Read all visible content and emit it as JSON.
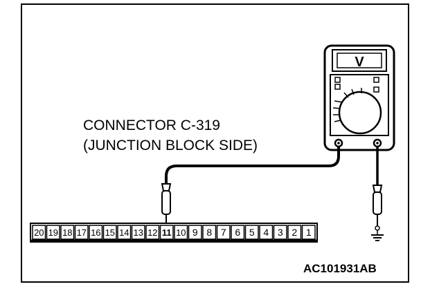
{
  "diagram": {
    "label_line1": "CONNECTOR C-319",
    "label_line2": "(JUNCTION BLOCK SIDE)",
    "figure_id": "AC101931AB",
    "meter_display": "V",
    "connector_pins": [
      "20",
      "19",
      "18",
      "17",
      "16",
      "15",
      "14",
      "13",
      "12",
      "11",
      "10",
      "9",
      "8",
      "7",
      "6",
      "5",
      "4",
      "3",
      "2",
      "1"
    ],
    "probed_pin": "11",
    "colors": {
      "ink": "#000000",
      "paper": "#ffffff"
    },
    "icons": {
      "meter": "voltmeter-icon",
      "ground": "ground-symbol-icon",
      "probe": "test-probe-icon"
    }
  }
}
